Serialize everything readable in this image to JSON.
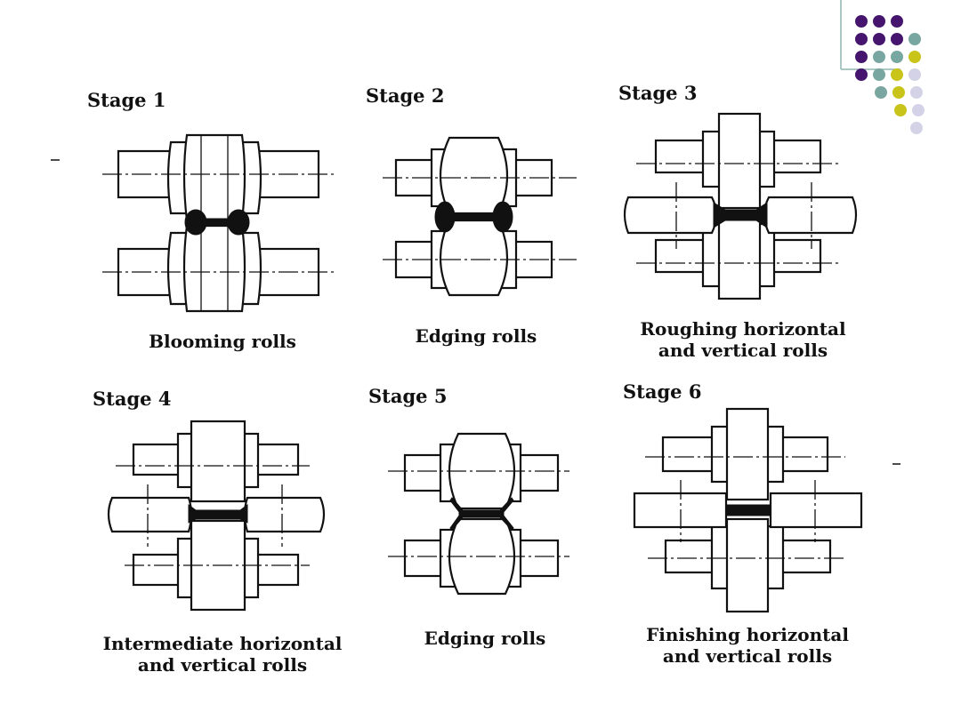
{
  "slide": {
    "stages": [
      {
        "title": "Stage 1",
        "caption_lines": [
          "Blooming rolls"
        ]
      },
      {
        "title": "Stage 2",
        "caption_lines": [
          "Edging rolls"
        ]
      },
      {
        "title": "Stage 3",
        "caption_lines": [
          "Roughing horizontal",
          "and vertical rolls"
        ]
      },
      {
        "title": "Stage 4",
        "caption_lines": [
          "Intermediate horizontal",
          "and vertical rolls"
        ]
      },
      {
        "title": "Stage 5",
        "caption_lines": [
          "Edging rolls"
        ]
      },
      {
        "title": "Stage 6",
        "caption_lines": [
          "Finishing horizontal",
          "and vertical rolls"
        ]
      }
    ]
  },
  "theme": {
    "dot_purple": "#46166e",
    "dot_teal": "#7aa6a2",
    "dot_yellow": "#c8c419",
    "dot_lavender": "#d3d2e6",
    "rule_color": "#8fb5b0"
  }
}
